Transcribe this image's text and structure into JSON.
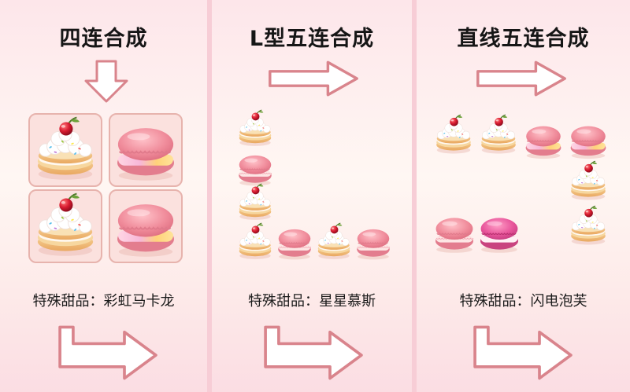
{
  "panels": [
    {
      "title": "四连合成",
      "subtitle": "特殊甜品：彩虹马卡龙"
    },
    {
      "title": "L型五连合成",
      "subtitle": "特殊甜品：星星慕斯"
    },
    {
      "title": "直线五连合成",
      "subtitle": "特殊甜品：闪电泡芙"
    }
  ],
  "pieces": {
    "cupcake": "cream-cake-cherry-icon",
    "macaron": "pink-macaron-icon",
    "special_macaron": "rainbow-macaron-icon",
    "special_magenta": "magenta-macaron-icon"
  },
  "colors": {
    "background": "#fbe9ec",
    "arrow_stroke": "#d9848c",
    "tile_fill": "#fbe1de",
    "macaron_pink": "#f08c9b",
    "cherry_red": "#d81b30"
  }
}
